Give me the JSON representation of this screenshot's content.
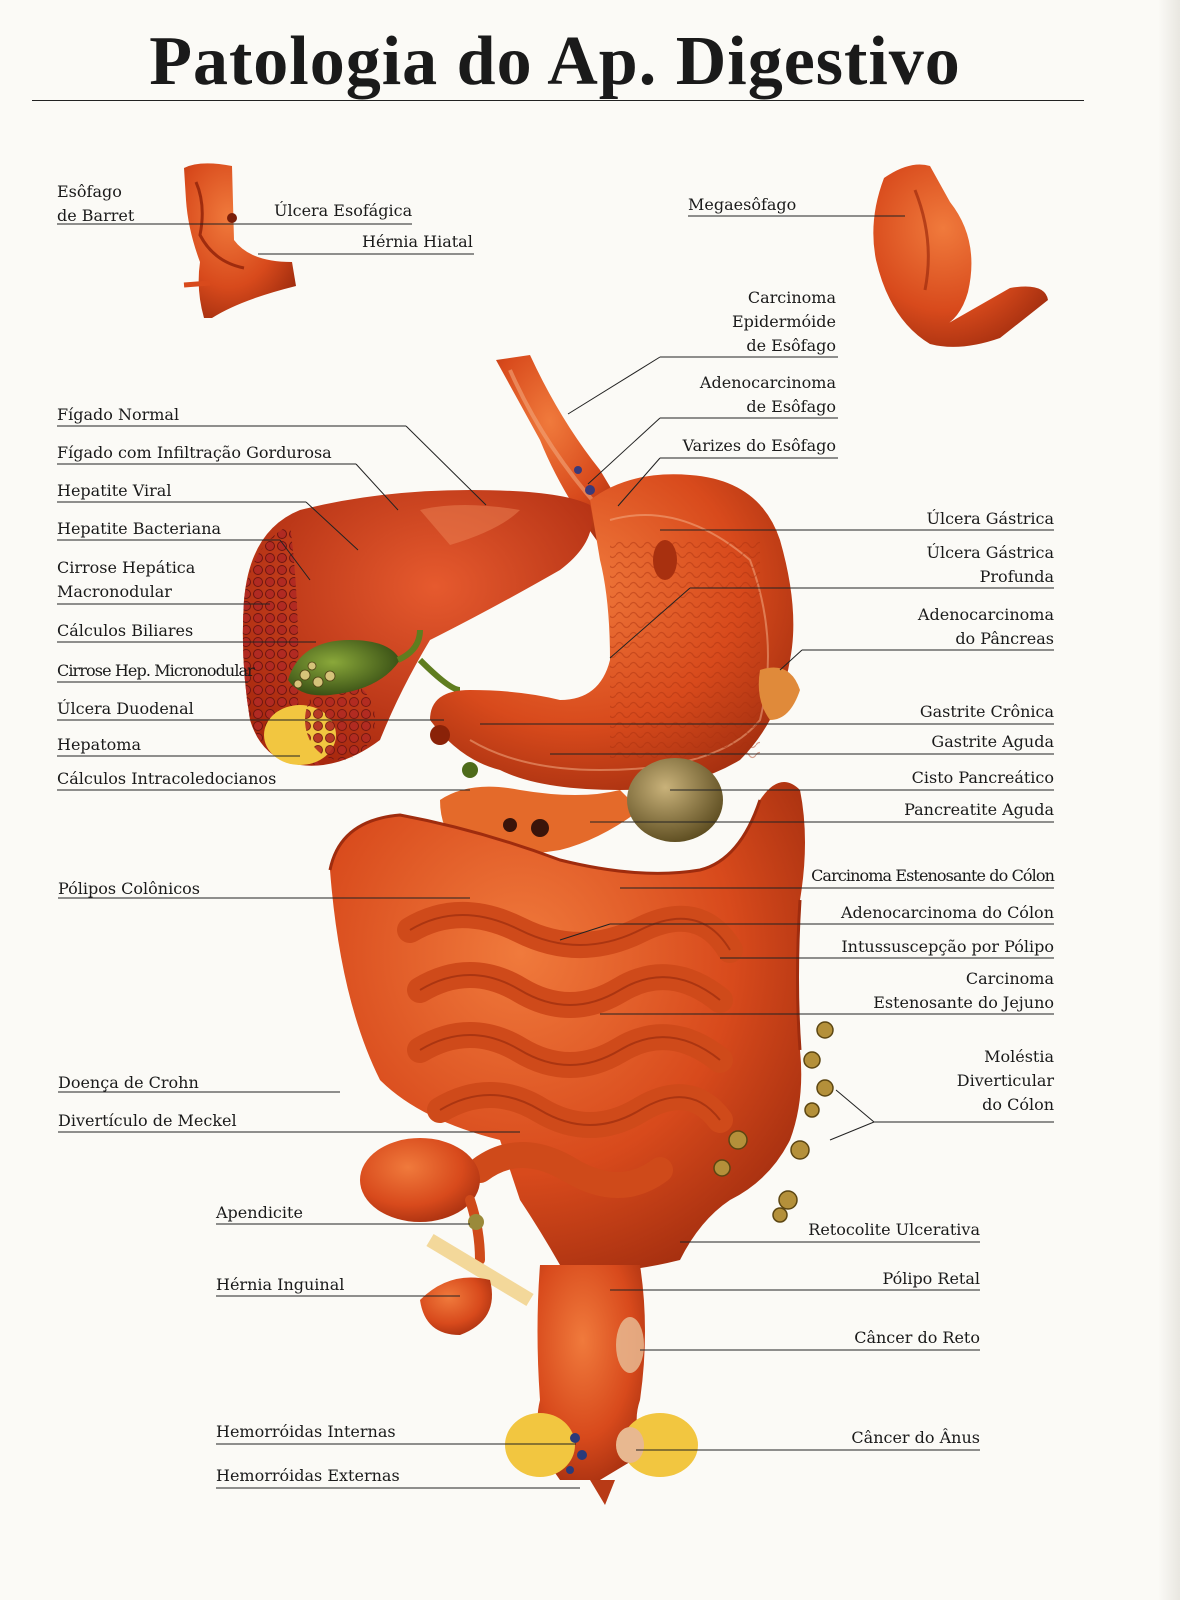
{
  "title": "Patologia do Ap. Digestivo",
  "labels": {
    "esofago_barret": [
      "Esôfago",
      "de Barret"
    ],
    "ulcera_esofagica": "Úlcera Esofágica",
    "hernia_hiatal": "Hérnia Hiatal",
    "megaesofago": "Megaesôfago",
    "carcinoma_epidermoide": [
      "Carcinoma",
      "Epidermóide",
      "de Esôfago"
    ],
    "adenocarcinoma_esofago": [
      "Adenocarcinoma",
      "de Esôfago"
    ],
    "varizes_esofago": "Varizes do Esôfago",
    "figado_normal": "Fígado Normal",
    "figado_infiltracao": "Fígado com Infiltração Gordurosa",
    "hepatite_viral": "Hepatite Viral",
    "hepatite_bacteriana": "Hepatite Bacteriana",
    "cirrose_macronodular": [
      "Cirrose Hepática",
      "Macronodular"
    ],
    "calculos_biliares": "Cálculos Biliares",
    "cirrose_micronodular": "Cirrose Hep. Micronodular",
    "ulcera_duodenal": "Úlcera Duodenal",
    "hepatoma": "Hepatoma",
    "calculos_intracoledocianos": "Cálculos Intracoledocianos",
    "ulcera_gastrica": "Úlcera Gástrica",
    "ulcera_gastrica_profunda": [
      "Úlcera Gástrica",
      "Profunda"
    ],
    "adenocarcinoma_pancreas": [
      "Adenocarcinoma",
      "do Pâncreas"
    ],
    "gastrite_cronica": "Gastrite Crônica",
    "gastrite_aguda": "Gastrite Aguda",
    "cisto_pancreatico": "Cisto Pancreático",
    "pancreatite_aguda": "Pancreatite Aguda",
    "carcinoma_estenosante_colon": "Carcinoma Estenosante do Cólon",
    "adenocarcinoma_colon": "Adenocarcinoma do Cólon",
    "intussuscepcao_polipo": "Intussuscepção por Pólipo",
    "carcinoma_jejuno": [
      "Carcinoma",
      "Estenosante do Jejuno"
    ],
    "molestia_diverticular": [
      "Moléstia",
      "Diverticular",
      "do Cólon"
    ],
    "polipos_colonicos": "Pólipos Colônicos",
    "doenca_crohn": "Doença de Crohn",
    "diverticulo_meckel": "Divertículo de Meckel",
    "apendicite": "Apendicite",
    "hernia_inguinal": "Hérnia Inguinal",
    "retocolite_ulcerativa": "Retocolite Ulcerativa",
    "polipo_retal": "Pólipo Retal",
    "cancer_reto": "Câncer do Reto",
    "hemorroidas_internas": "Hemorróidas Internas",
    "hemorroidas_externas": "Hemorróidas Externas",
    "cancer_anus": "Câncer do Ânus"
  },
  "colors": {
    "organ": "#d84a1c",
    "organ_dark": "#a8300f",
    "liver": "#c9381c",
    "gallbladder": "#4e6b1a",
    "fat": "#f2c640",
    "cyst": "#8a7434",
    "leader_line": "#222222"
  }
}
